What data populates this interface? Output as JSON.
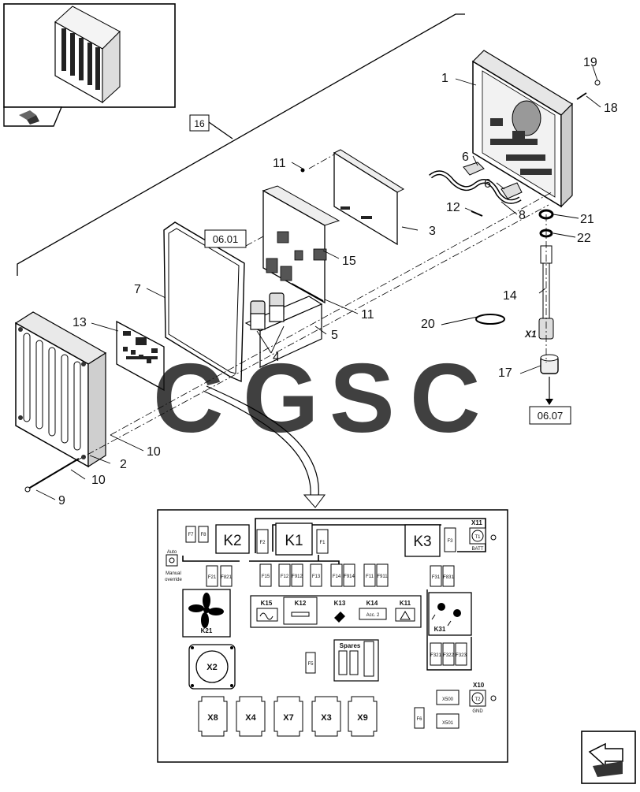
{
  "inset": {
    "nav_icon": "assembly-arrow-icon"
  },
  "references": {
    "group": "16",
    "ref_top": "06.01",
    "ref_bottom": "06.07"
  },
  "callouts": {
    "n1": "1",
    "n2": "2",
    "n3": "3",
    "n4": "4",
    "n5": "5",
    "n6a": "6",
    "n6b": "6",
    "n7": "7",
    "n8": "8",
    "n9": "9",
    "n10a": "10",
    "n10b": "10",
    "n11a": "11",
    "n11b": "11",
    "n12": "12",
    "n13": "13",
    "n14": "14",
    "n15": "15",
    "n17": "17",
    "n18": "18",
    "n19": "19",
    "n20": "20",
    "n21": "21",
    "n22": "22",
    "x1": "X1"
  },
  "watermark": {
    "letters": [
      "C",
      "G",
      "S",
      "C"
    ],
    "colors": [
      "#4285f4",
      "#ea4335",
      "#fbbc05",
      "#34a853"
    ]
  },
  "panel": {
    "relays": {
      "k1": "K1",
      "k2": "K2",
      "k3": "K3"
    },
    "fuses_small": {
      "f7": "F7",
      "f8": "F8",
      "f2": "F2",
      "f1": "F1",
      "f3": "F3",
      "f5": "F5",
      "f6": "F6"
    },
    "x11": {
      "label": "X11",
      "terminal": "T1",
      "sub": "BATT"
    },
    "x10": {
      "label": "X10",
      "terminal": "T2",
      "sub": "GND"
    },
    "auto": {
      "label": "Auto",
      "caption_line1": "Manual",
      "caption_line2": "override"
    },
    "fuses_k2": [
      "F21",
      "F821"
    ],
    "fuses_k1": [
      "F15",
      "F12",
      "F912",
      "F13",
      "F14",
      "F914",
      "F11",
      "F911"
    ],
    "fuses_k3": [
      "F31",
      "F831"
    ],
    "fuses_k31": [
      "F321",
      "F322",
      "F323"
    ],
    "k21": "K21",
    "k31": "K31",
    "k_row": {
      "k15": "K15",
      "k12": "K12",
      "k13": "K13",
      "k14": "K14",
      "k14_sub": "Acc. 2",
      "k11": "K11"
    },
    "x2": "X2",
    "spares": "Spares",
    "connectors": [
      "X8",
      "X4",
      "X7",
      "X3",
      "X9"
    ],
    "x500": "X500",
    "x501": "X501"
  },
  "corner_icon": "next-page-arrow-icon"
}
